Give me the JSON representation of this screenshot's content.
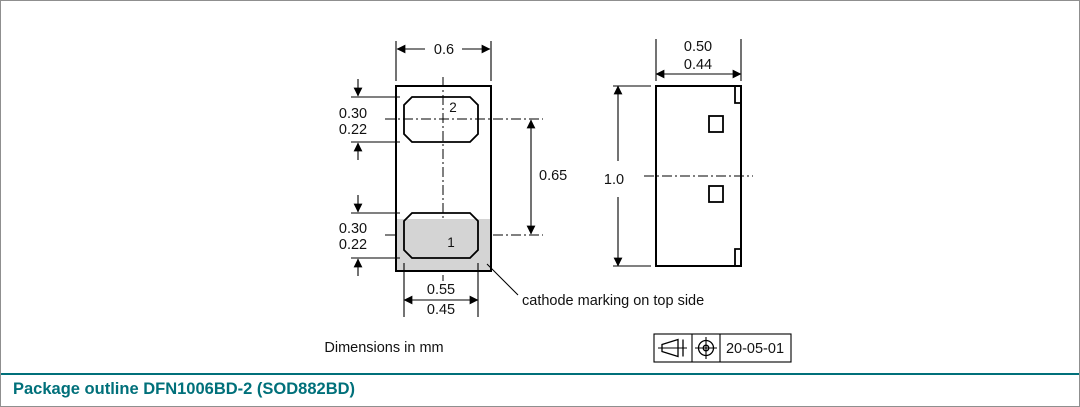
{
  "title": "Package outline DFN1006BD-2 (SOD882BD)",
  "colors": {
    "accent": "#00707a",
    "shading": "#d4d4d4",
    "line": "#000000"
  },
  "top_view": {
    "pin2_label": "2",
    "pin1_label": "1",
    "dim_body_width": "0.6",
    "dim_pad2_max": "0.30",
    "dim_pad2_min": "0.22",
    "dim_pad1_max": "0.30",
    "dim_pad1_min": "0.22",
    "dim_pad_pitch": "0.65",
    "dim_pad_width_max": "0.55",
    "dim_pad_width_min": "0.45"
  },
  "side_view": {
    "dim_thickness_max": "0.50",
    "dim_thickness_min": "0.44",
    "dim_body_height": "1.0"
  },
  "annotations": {
    "cathode_note": "cathode marking on top side",
    "units_note": "Dimensions in mm"
  },
  "stamp": {
    "date_code": "20-05-01",
    "icons": [
      "projection-symbol",
      "target-symbol"
    ]
  }
}
